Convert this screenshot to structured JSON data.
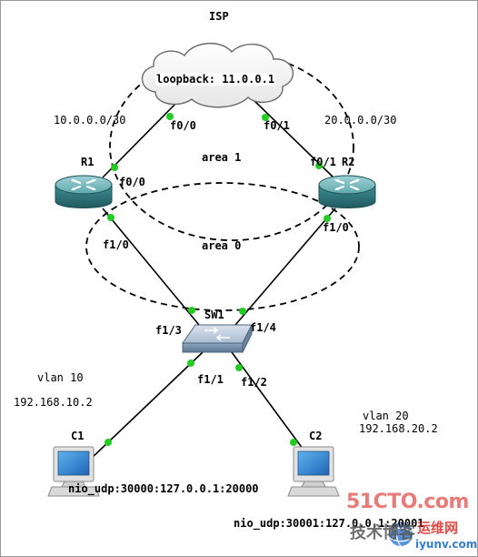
{
  "isp_title": "ISP",
  "cloud_label": "loopback: 11.0.0.1",
  "network_labels": {
    "left_net": "10.0.0.0/30",
    "right_net": "20.0.0.0/30",
    "area1": "area 1",
    "area0": "area 0"
  },
  "devices": {
    "r1": "R1",
    "r2": "R2",
    "sw1": "SW1",
    "c1": "C1",
    "c2": "C2"
  },
  "interfaces": {
    "isp_f00": "f0/0",
    "isp_f01": "f0/1",
    "r1_f00": "f0/0",
    "r1_f10": "f1/0",
    "r2_f01": "f0/1",
    "r2_f10": "f1/0",
    "sw_f13": "f1/3",
    "sw_f14": "f1/4",
    "sw_f11": "f1/1",
    "sw_f12": "f1/2"
  },
  "vlans": {
    "vlan10": "vlan 10",
    "vlan10_ip": "192.168.10.2",
    "vlan20": "vlan 20",
    "vlan20_ip": "192.168.20.2"
  },
  "nio": {
    "c1": "nio_udp:30000:127.0.0.1:20000",
    "c2": "nio_udp:30001:127.0.0.1:20001"
  },
  "watermark": {
    "brand": "51CTO.com",
    "line2": "技术博客",
    "ops": "运维网",
    "site": "iyunv.com"
  },
  "colors": {
    "link_dot": "#22cc22",
    "router_body": "#3f8f96",
    "switch_body": "#8fa7bf",
    "watermark_red": "#d9302b",
    "watermark_blue": "#1f6fd0"
  }
}
